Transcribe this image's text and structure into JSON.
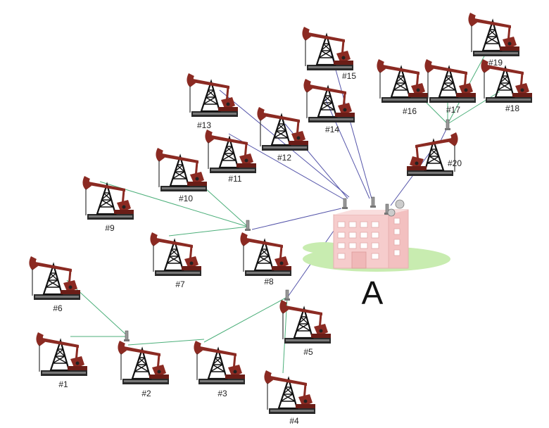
{
  "diagram": {
    "hub_label": "A",
    "pumps": [
      {
        "id": "p1",
        "label": "#1"
      },
      {
        "id": "p2",
        "label": "#2"
      },
      {
        "id": "p3",
        "label": "#3"
      },
      {
        "id": "p4",
        "label": "#4"
      },
      {
        "id": "p5",
        "label": "#5"
      },
      {
        "id": "p6",
        "label": "#6"
      },
      {
        "id": "p7",
        "label": "#7"
      },
      {
        "id": "p8",
        "label": "#8"
      },
      {
        "id": "p9",
        "label": "#9"
      },
      {
        "id": "p10",
        "label": "#10"
      },
      {
        "id": "p11",
        "label": "#11"
      },
      {
        "id": "p12",
        "label": "#12"
      },
      {
        "id": "p13",
        "label": "#13"
      },
      {
        "id": "p14",
        "label": "#14"
      },
      {
        "id": "p15",
        "label": "#15"
      },
      {
        "id": "p16",
        "label": "#16"
      },
      {
        "id": "p17",
        "label": "#17"
      },
      {
        "id": "p18",
        "label": "#18"
      },
      {
        "id": "p19",
        "label": "#19"
      },
      {
        "id": "p20",
        "label": "#20"
      }
    ],
    "colors": {
      "link_green": "#4caf7a",
      "link_blue": "#5555aa",
      "pump_head": "#8b2a22",
      "pump_frame": "#111111",
      "building": "#f4c2c2",
      "ground": "#c8ecb0"
    }
  }
}
